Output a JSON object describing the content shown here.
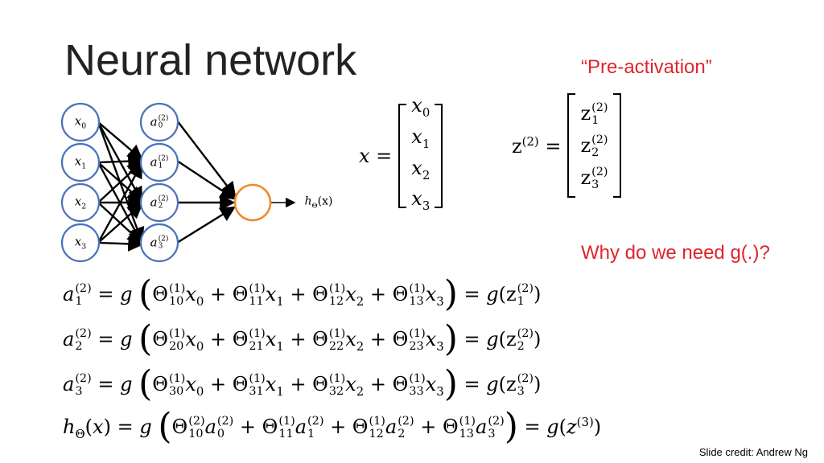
{
  "title": "Neural network",
  "pre_activation": "“Pre-activation”",
  "why": "Why do we need g(.)?",
  "credit": "Slide credit: Andrew Ng",
  "network": {
    "inputs": [
      "x",
      "x",
      "x",
      "x"
    ],
    "input_subs": [
      "0",
      "1",
      "2",
      "3"
    ],
    "hidden": [
      "a",
      "a",
      "a",
      "a"
    ],
    "hidden_subs": [
      "0",
      "1",
      "2",
      "3"
    ],
    "hidden_sup": "(2)",
    "output_label": "h",
    "output_sub": "Θ",
    "output_arg": "(x)"
  },
  "x_vector": {
    "lhs": "x =",
    "entries": [
      "0",
      "1",
      "2",
      "3"
    ],
    "var": "x"
  },
  "z_vector": {
    "lhs": "z",
    "lhs_sup": "(2)",
    "eq": "=",
    "var": "z",
    "sup": "(2)",
    "entries": [
      "1",
      "2",
      "3"
    ]
  },
  "colors": {
    "accent": "#e0242b",
    "output_node": "#f08a2c",
    "input_node": "#4a72b8"
  }
}
